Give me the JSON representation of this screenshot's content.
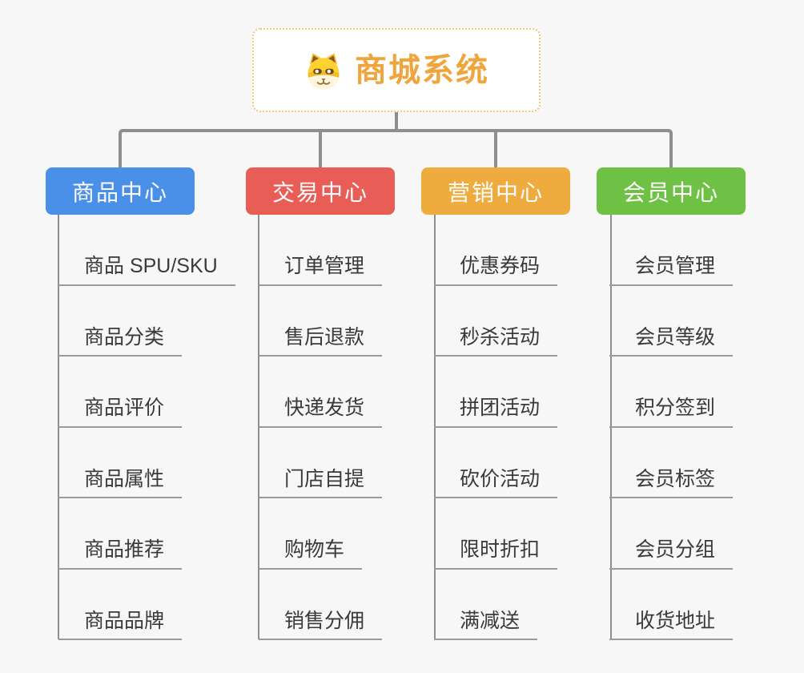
{
  "root": {
    "title": "商城系统",
    "icon": "dog-face-icon"
  },
  "branches": [
    {
      "label": "商品中心",
      "color": "#4a8fe8",
      "items": [
        "商品 SPU/SKU",
        "商品分类",
        "商品评价",
        "商品属性",
        "商品推荐",
        "商品品牌"
      ]
    },
    {
      "label": "交易中心",
      "color": "#e85d56",
      "items": [
        "订单管理",
        "售后退款",
        "快递发货",
        "门店自提",
        "购物车",
        "销售分佣"
      ]
    },
    {
      "label": "营销中心",
      "color": "#edac3d",
      "items": [
        "优惠券码",
        "秒杀活动",
        "拼团活动",
        "砍价活动",
        "限时折扣",
        "满减送"
      ]
    },
    {
      "label": "会员中心",
      "color": "#6ec144",
      "items": [
        "会员管理",
        "会员等级",
        "积分签到",
        "会员标签",
        "会员分组",
        "收货地址"
      ]
    }
  ],
  "colors": {
    "background": "#f7f7f7",
    "root_accent": "#f0a43c",
    "root_border": "#f3c579",
    "connector": "#8e8e8e",
    "underline": "#9a9a9a",
    "item_text": "#3a3a3a"
  }
}
